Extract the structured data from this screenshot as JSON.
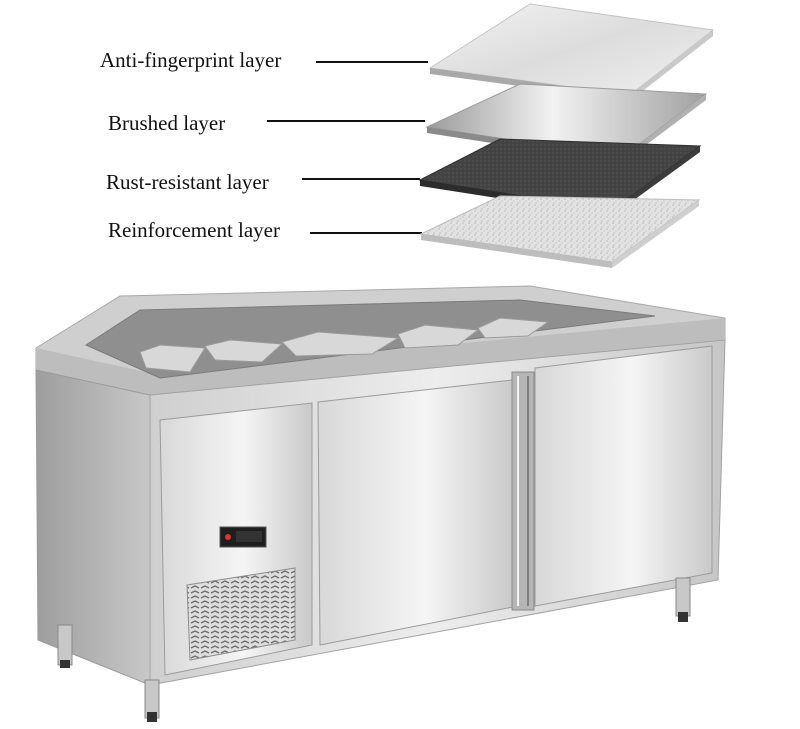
{
  "layers": [
    {
      "label": "Anti-fingerprint layer"
    },
    {
      "label": "Brushed layer"
    },
    {
      "label": "Rust-resistant layer"
    },
    {
      "label": "Reinforcement layer"
    }
  ],
  "colors": {
    "steel_light": "#e6e6e6",
    "steel_mid": "#bdbdbd",
    "steel_dark": "#8a8a8a",
    "rust_layer": "#4a4a4a",
    "reinforcement_layer": "#d9d9d9",
    "text": "#111111"
  },
  "icons": [
    "display-panel-icon",
    "vent-grille-icon"
  ]
}
